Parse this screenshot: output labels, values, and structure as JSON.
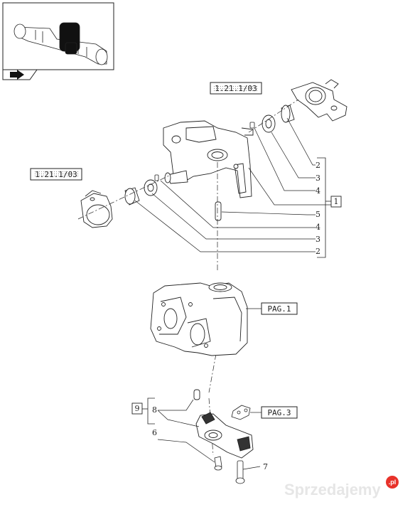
{
  "references": {
    "top_right": "1.21.1/03",
    "left": "1.21.1/03",
    "pag1": "PAG.1",
    "pag3": "PAG.3"
  },
  "groups": {
    "main": "1",
    "lower": "9"
  },
  "labels": {
    "r2": "2",
    "r3": "3",
    "r4": "4",
    "c5": "5",
    "c4": "4",
    "c3": "3",
    "c2": "2",
    "l8": "8",
    "l6": "6",
    "l7": "7"
  },
  "watermark": {
    "text": "Sprzedajemy",
    "suffix": ".pl"
  },
  "colors": {
    "line": "#222222",
    "watermark": "#e0e0e0",
    "badge": "#e8322a"
  }
}
